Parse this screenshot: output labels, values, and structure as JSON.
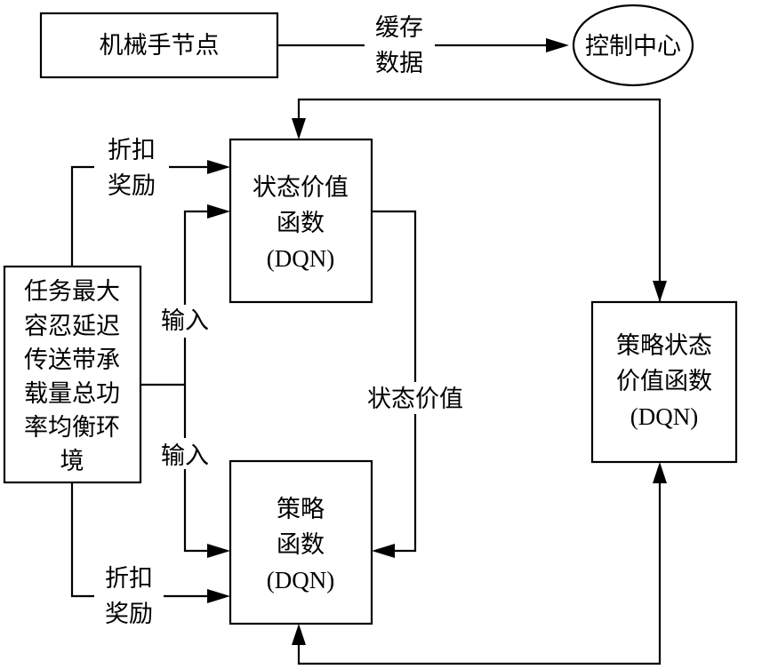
{
  "diagram": {
    "nodes": {
      "robot_node": {
        "lines": [
          "机械手节点"
        ]
      },
      "control_center": {
        "lines": [
          "控制中心"
        ]
      },
      "state_value_fn": {
        "lines": [
          "状态价值",
          "函数",
          "(DQN)"
        ]
      },
      "environment": {
        "lines": [
          "任务最大",
          "容忍延迟",
          "传送带承",
          "载量总功",
          "率均衡环",
          "境"
        ]
      },
      "policy_fn": {
        "lines": [
          "策略",
          "函数",
          "(DQN)"
        ]
      },
      "policy_state_value_fn": {
        "lines": [
          "策略状态",
          "价值函数",
          "(DQN)"
        ]
      }
    },
    "edge_labels": {
      "cache_data": [
        "缓存",
        "数据"
      ],
      "discount_reward_top": [
        "折扣",
        "奖励"
      ],
      "input_top": [
        "输入"
      ],
      "input_bottom": [
        "输入"
      ],
      "state_value": [
        "状态价值"
      ],
      "discount_reward_bottom": [
        "折扣",
        "奖励"
      ]
    },
    "edges": [
      {
        "from": "robot_node",
        "to": "control_center",
        "label": "cache_data"
      },
      {
        "from": "environment",
        "to": "state_value_fn",
        "label": "discount_reward_top"
      },
      {
        "from": "environment",
        "to": "state_value_fn",
        "label": "input_top"
      },
      {
        "from": "environment",
        "to": "policy_fn",
        "label": "input_bottom"
      },
      {
        "from": "environment",
        "to": "policy_fn",
        "label": "discount_reward_bottom"
      },
      {
        "from": "state_value_fn",
        "to": "policy_fn",
        "label": "state_value"
      },
      {
        "from": "policy_state_value_fn",
        "to": "state_value_fn",
        "label": ""
      },
      {
        "from": "policy_state_value_fn",
        "to": "policy_fn",
        "label": ""
      }
    ]
  }
}
